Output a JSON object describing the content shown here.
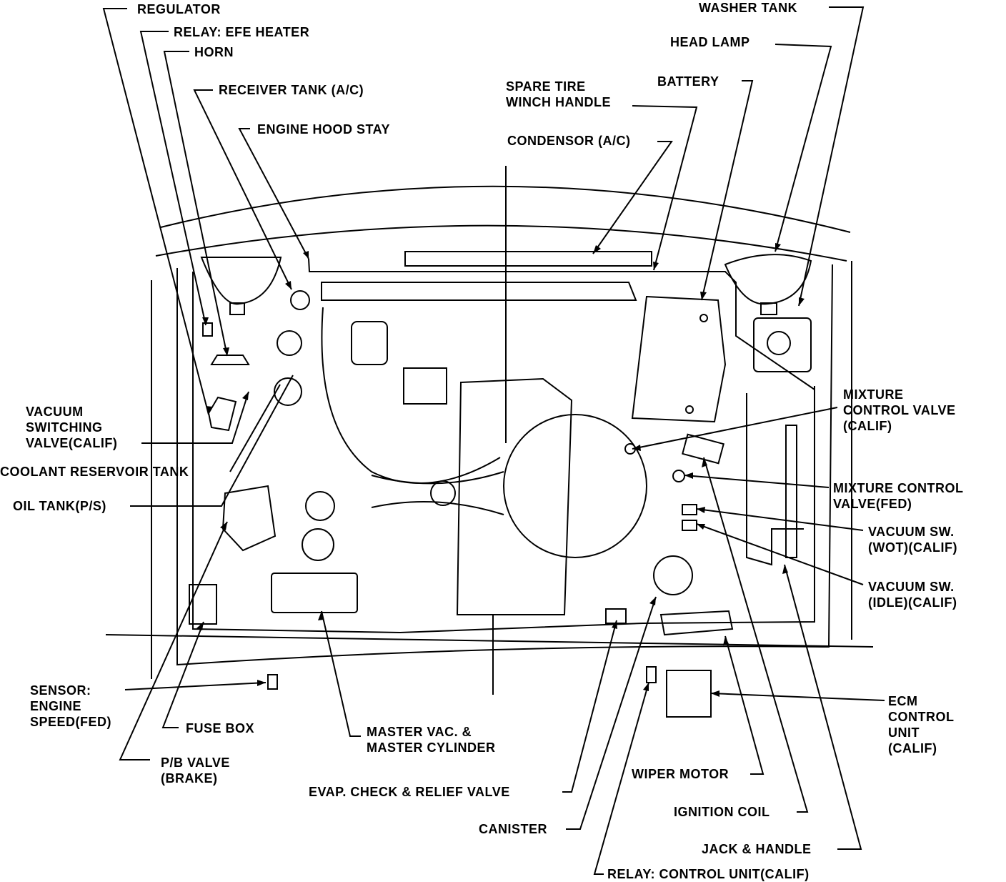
{
  "labels": {
    "regulator": "REGULATOR",
    "relay_efe": "RELAY: EFE HEATER",
    "horn": "HORN",
    "receiver_tank": "RECEIVER TANK (A/C)",
    "hood_stay": "ENGINE HOOD STAY",
    "spare_tire_1": "SPARE TIRE",
    "spare_tire_2": "WINCH HANDLE",
    "condensor": "CONDENSOR (A/C)",
    "battery": "BATTERY",
    "head_lamp": "HEAD LAMP",
    "washer_tank": "WASHER TANK",
    "mcv_calif_1": "MIXTURE",
    "mcv_calif_2": "CONTROL VALVE",
    "mcv_calif_3": "(CALIF)",
    "mcv_fed_1": "MIXTURE CONTROL",
    "mcv_fed_2": "VALVE(FED)",
    "vac_wot_1": "VACUUM SW.",
    "vac_wot_2": "(WOT)(CALIF)",
    "vac_idle_1": "VACUUM SW.",
    "vac_idle_2": "(IDLE)(CALIF)",
    "vsv_1": "VACUUM",
    "vsv_2": "SWITCHING",
    "vsv_3": "VALVE(CALIF)",
    "coolant": "COOLANT RESERVOIR TANK",
    "oil_tank": "OIL TANK(P/S)",
    "sensor_1": "SENSOR:",
    "sensor_2": "ENGINE",
    "sensor_3": "SPEED(FED)",
    "fuse_box": "FUSE BOX",
    "master_vac_1": "MASTER VAC. &",
    "master_vac_2": "MASTER CYLINDER",
    "pb_valve_1": "P/B VALVE",
    "pb_valve_2": "(BRAKE)",
    "evap": "EVAP. CHECK & RELIEF VALVE",
    "canister": "CANISTER",
    "wiper": "WIPER MOTOR",
    "ign_coil": "IGNITION COIL",
    "jack": "JACK & HANDLE",
    "relay_cu": "RELAY: CONTROL UNIT(CALIF)",
    "ecm_1": "ECM",
    "ecm_2": "CONTROL",
    "ecm_3": "UNIT",
    "ecm_4": "(CALIF)"
  }
}
